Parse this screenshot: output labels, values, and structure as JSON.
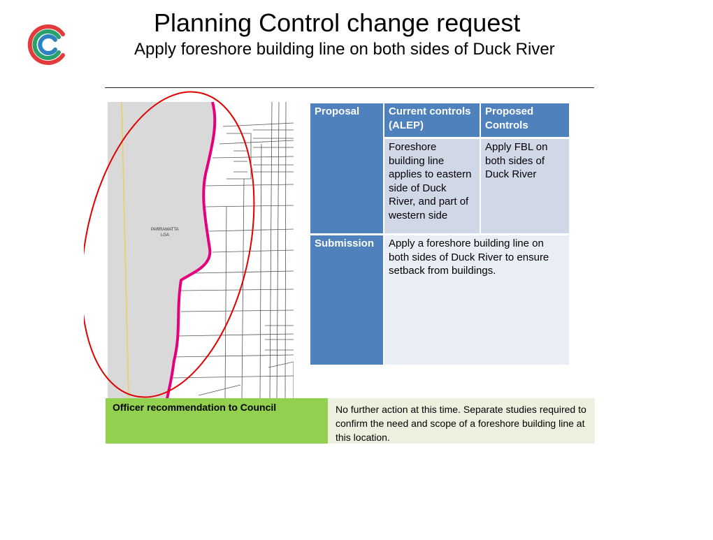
{
  "slide": {
    "title": "Planning Control change request",
    "subtitle": "Apply foreshore building line on both sides of Duck River"
  },
  "logo": {
    "icon": "council-c-logo-icon",
    "colors": [
      "#e33b3b",
      "#2aa16b",
      "#2f82c2"
    ]
  },
  "map": {
    "lga_label_line1": "PARRAMATTA",
    "lga_label_line2": "LGA",
    "highlight_color": "#e5007e",
    "circle_color": "#e00000"
  },
  "proposal_table": {
    "col1_header": "Proposal",
    "col2_header": "Current controls (ALEP)",
    "col3_header": "Proposed Controls",
    "current_controls": "Foreshore building line applies to eastern side of Duck River, and part of western side",
    "proposed_controls": "Apply FBL on both sides of Duck River",
    "submission_label": "Submission",
    "submission_text": "Apply a foreshore building line on both sides of Duck River to ensure setback from  buildings."
  },
  "recommendation": {
    "label": "Officer recommendation to Council",
    "text": "No further action at this time. Separate studies required to confirm the need and scope of a foreshore building line at this location."
  }
}
